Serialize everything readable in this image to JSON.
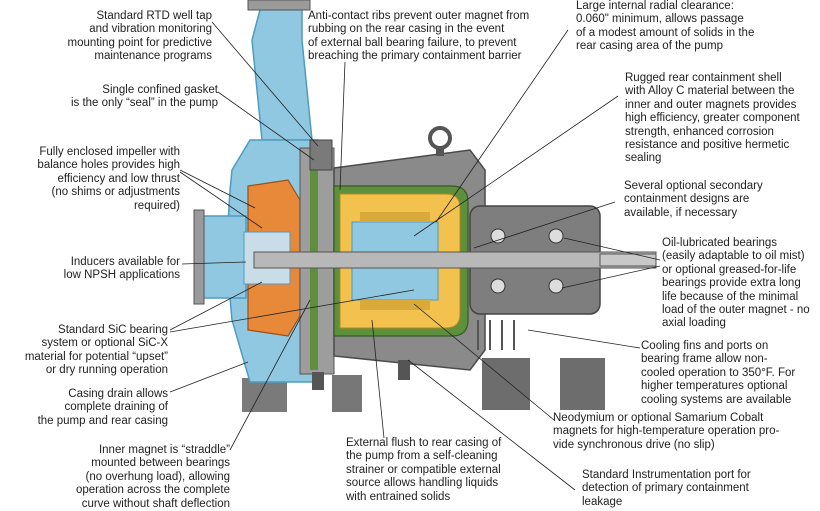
{
  "callouts": {
    "rtd": "Standard RTD well tap\nand vibration monitoring\nmounting point for predictive\nmaintenance programs",
    "anti_contact": "Anti-contact ribs prevent outer magnet from\nrubbing on the rear casing in the event\nof external ball bearing failure, to prevent\nbreaching the primary containment barrier",
    "clearance": "Large internal radial clearance:\n0.060\" minimum, allows passage\nof a modest amount of solids in the\nrear casing area of the pump",
    "gasket": "Single confined gasket\nis the only “seal” in the pump",
    "shell": "Rugged rear containment shell\nwith Alloy C material between the\ninner and outer magnets provides\nhigh efficiency, greater component\nstrength, enhanced corrosion\nresistance and positive hermetic\nsealing",
    "impeller": "Fully enclosed impeller with\nbalance holes provides high\nefficiency and low thrust\n(no shims or adjustments\nrequired)",
    "secondary": "Several optional secondary\ncontainment designs are\navailable, if necessary",
    "inducers": "Inducers available for\nlow NPSH applications",
    "bearings": "Oil-lubricated bearings\n(easily adaptable to oil mist)\nor optional greased-for-life\nbearings provide extra long\nlife because of the minimal\nload of the outer magnet - no\naxial loading",
    "sic": "Standard SiC bearing\nsystem or optional SiC-X\nmaterial for potential “upset”\nor dry running operation",
    "cooling": "Cooling fins and ports on\nbearing frame allow non-\ncooled operation to 350°F. For\nhigher temperatures optional\ncooling systems are available",
    "drain": "Casing drain allows\ncomplete draining of\nthe pump and rear casing",
    "neodymium": "Neodymium or optional Samarium Cobalt\nmagnets for high-temperature operation pro-\nvide synchronous drive (no slip)",
    "inner_magnet": "Inner magnet is “straddle”\nmounted between bearings\n(no overhung load), allowing\noperation across the complete\ncurve without shaft deflection",
    "flush": "External flush to rear casing of\nthe pump from a self-cleaning\nstrainer or compatible external\nsource allows handling liquids\nwith  entrained solids",
    "instrumentation": "Standard Instrumentation port for\ndetection of primary containment\nleakage"
  },
  "colors": {
    "casing_blue": "#8fc8e0",
    "casing_blue_dark": "#4f9cc0",
    "magnet_yellow": "#f2c14e",
    "impeller_orange": "#e8893a",
    "shell_green": "#5e8f3d",
    "metal_grey": "#8a8a8a",
    "metal_dark": "#4a4a4a",
    "shaft_grey": "#b8b8b8",
    "leader_line": "#222222"
  },
  "icons": {
    "lifting_eye": "ring-bolt-icon",
    "bearing": "ball-bearing-icon"
  }
}
